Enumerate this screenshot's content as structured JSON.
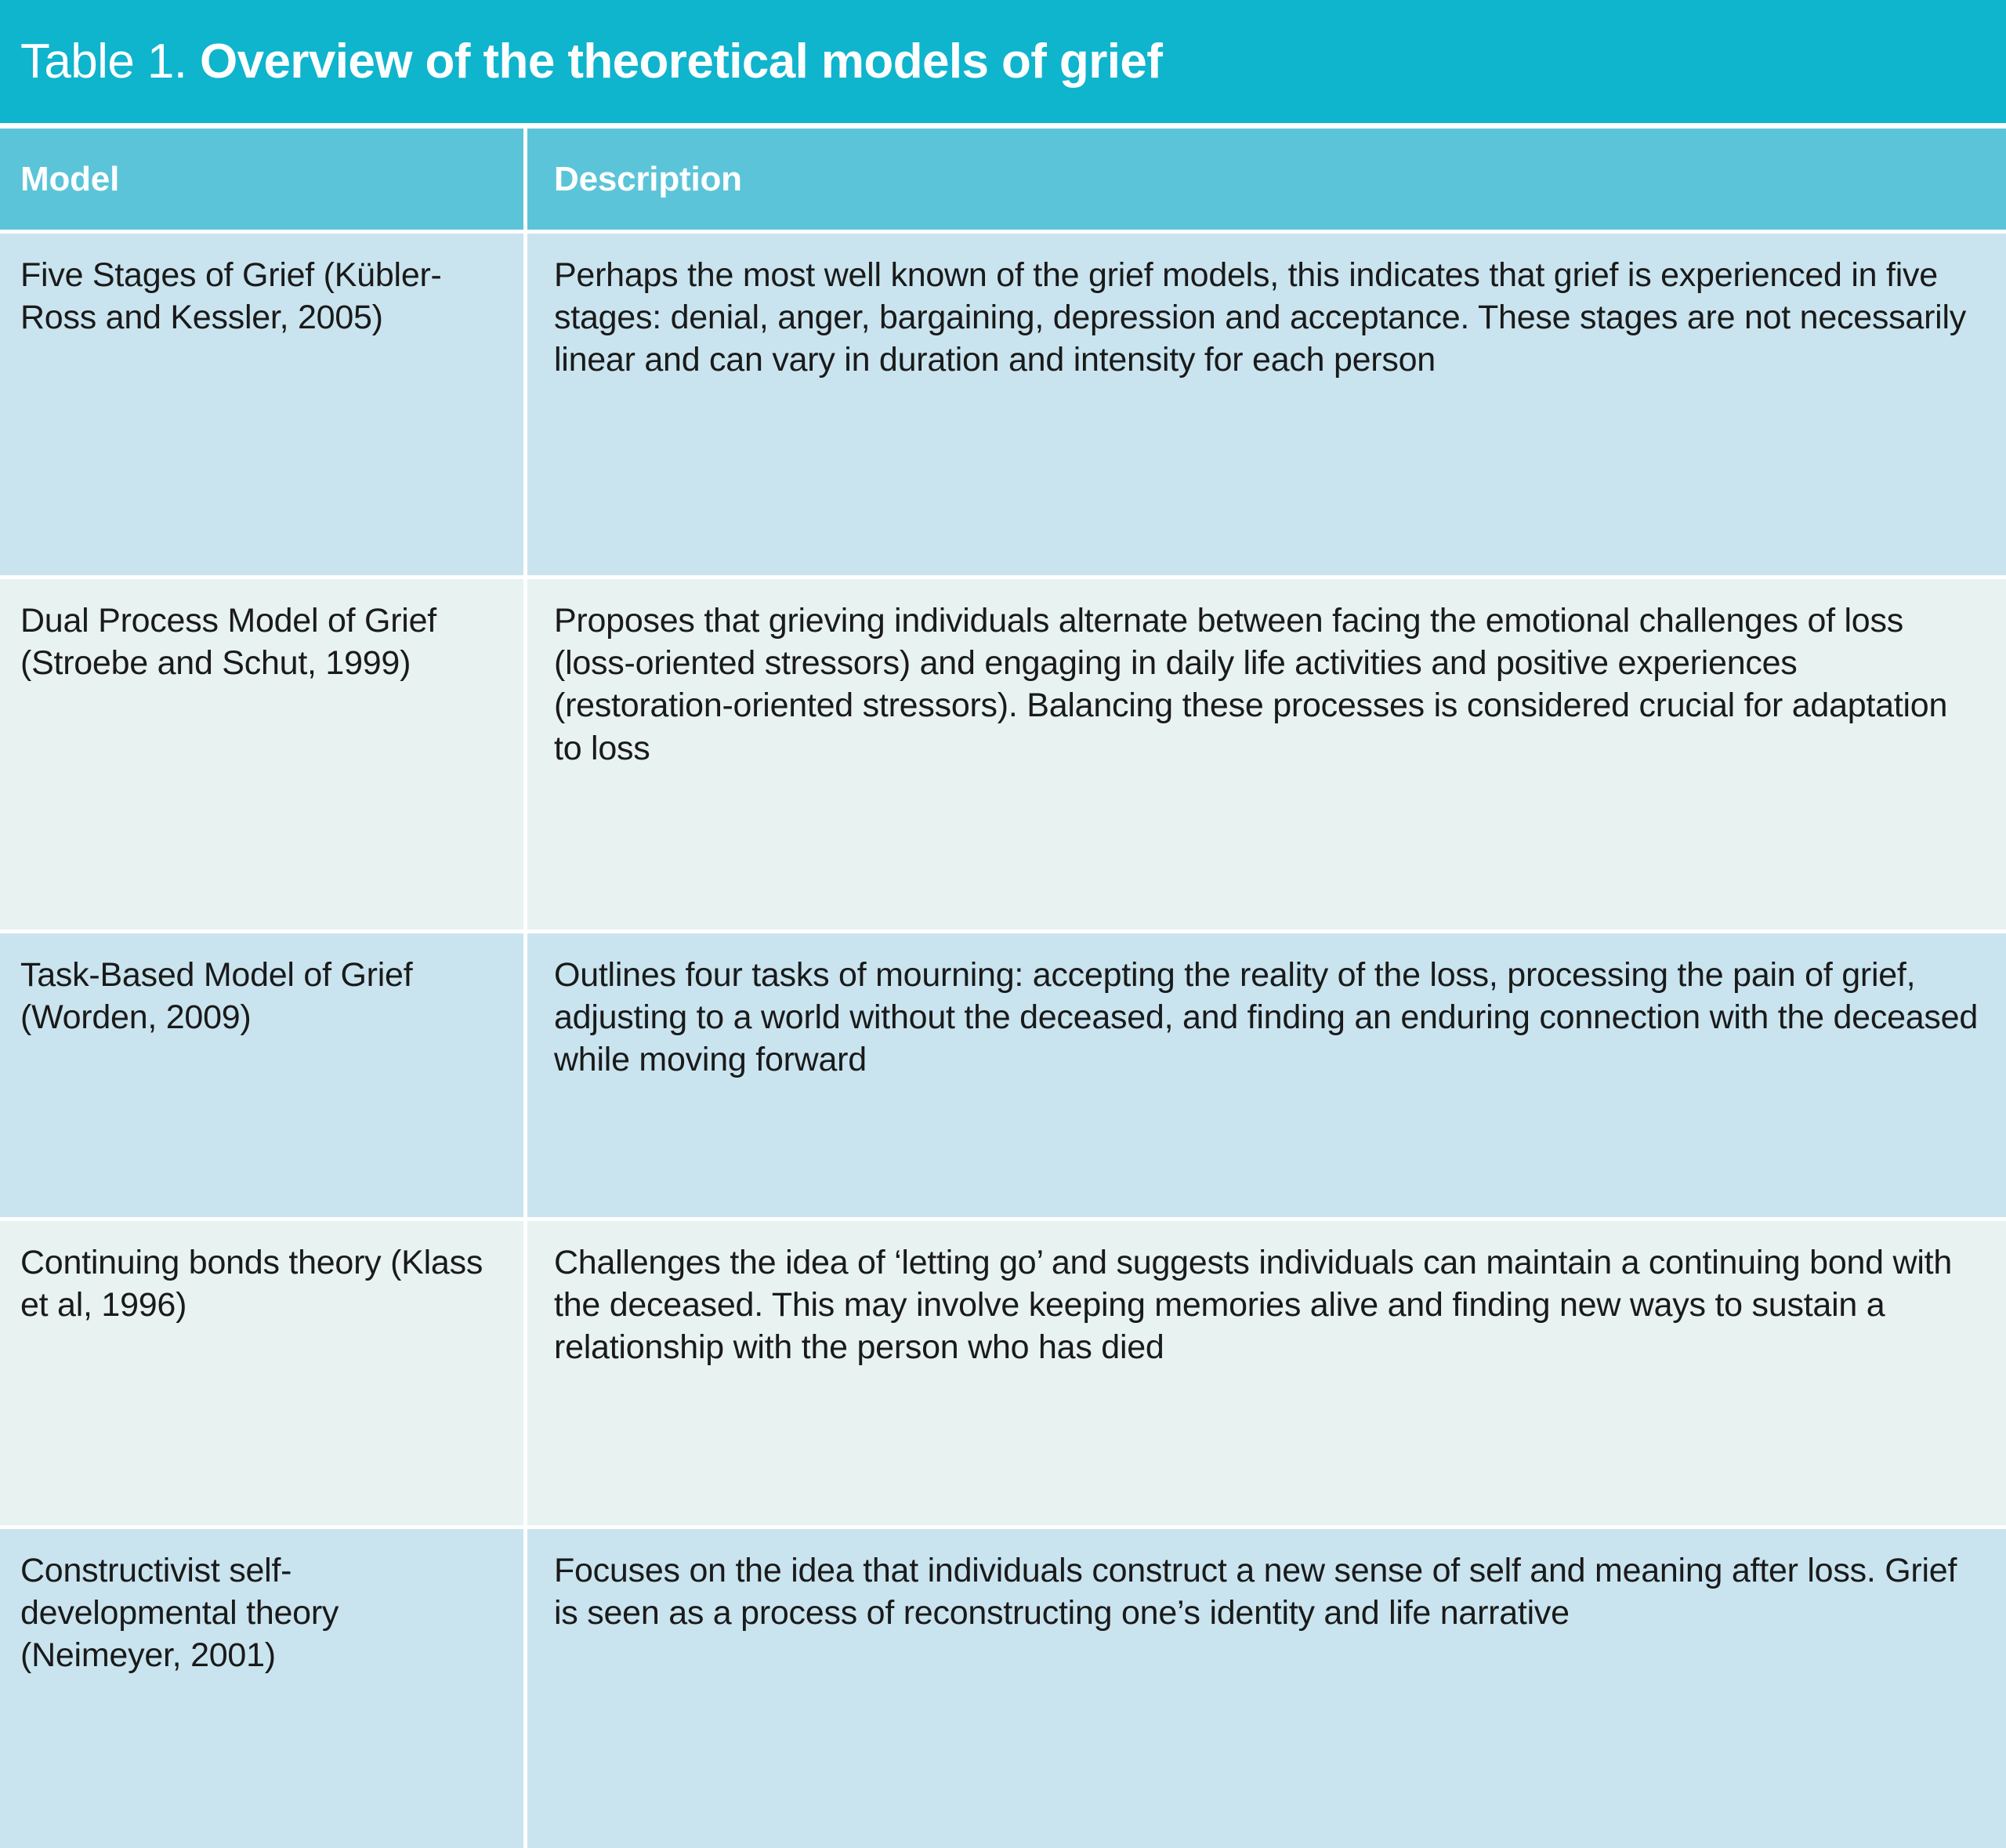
{
  "figure": {
    "title_label": "Table 1.",
    "title_main": "Overview of the theoretical models of grief",
    "colors": {
      "title_bar": "#0fb4cd",
      "header_row": "#5cc4d8",
      "row_blue": "#c9e4ef",
      "row_mint": "#e7f2f1",
      "header_text": "#ffffff",
      "body_text": "#1a1a1a",
      "grid_line": "#ffffff"
    }
  },
  "table": {
    "columns": [
      "Model",
      "Description"
    ],
    "rows": [
      {
        "model": "Five Stages of Grief (Kübler-Ross and Kessler, 2005)",
        "description": "Perhaps the most well known of the grief models, this indicates that grief is experienced in five stages: denial, anger, bargaining, depression and acceptance. These stages are not necessarily linear and can vary in duration and intensity for each person"
      },
      {
        "model": "Dual Process Model of Grief (Stroebe and Schut, 1999)",
        "description": "Proposes that grieving individuals alternate between facing the emotional challenges of loss (loss-oriented stressors) and engaging in daily life activities and positive experiences (restoration-oriented stressors). Balancing these processes is considered crucial for adaptation to loss"
      },
      {
        "model": "Task-Based Model of Grief (Worden, 2009)",
        "description": "Outlines four tasks of mourning: accepting the reality of the loss, processing the pain of grief, adjusting to a world without the deceased, and finding an enduring connection with the deceased while moving forward"
      },
      {
        "model": "Continuing bonds theory (Klass et al, 1996)",
        "description": "Challenges the idea of ‘letting go’ and suggests individuals can maintain a continuing bond with the deceased. This may involve keeping memories alive and finding new ways to sustain a relationship with the person who has died"
      },
      {
        "model": "Constructivist self-developmental theory (Neimeyer, 2001)",
        "description": "Focuses on the idea that individuals construct a new sense of self and meaning after loss. Grief is seen as a process of reconstructing one’s identity and life narrative"
      }
    ]
  }
}
